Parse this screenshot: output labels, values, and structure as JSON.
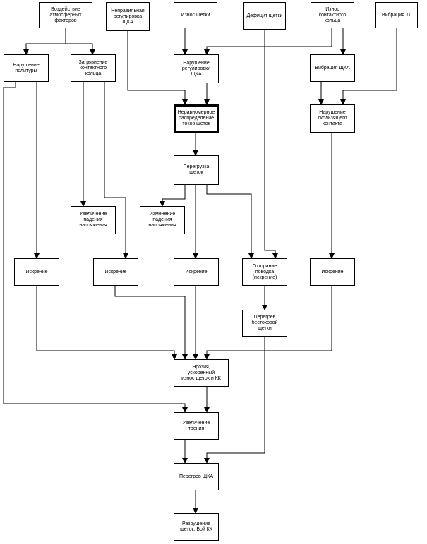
{
  "nodes": {
    "atm": {
      "label": "Воздействие\nатмосферных\nфакторов"
    },
    "reg_wrong": {
      "label": "Неправильная\nрегулировка ЩКА"
    },
    "wear_brush": {
      "label": "Износ щетки"
    },
    "deficit": {
      "label": "Дефицит щетки"
    },
    "wear_ring": {
      "label": "Износ\nконтактного\nкольца"
    },
    "vib_tg": {
      "label": "Вибрация ТГ"
    },
    "polar": {
      "label": "Нарушение\nполитуры"
    },
    "dirty": {
      "label": "Загрязнение\nконтактного\nкольца"
    },
    "reg_break": {
      "label": "Нарушение\nрегулировки ЩКА"
    },
    "vib_shka": {
      "label": "Вибрация ЩКА"
    },
    "uneven": {
      "label": "Неравномерное\nраспределение\nтоков щеток"
    },
    "slide": {
      "label": "Нарушение\nскользящего\nконтакта"
    },
    "overload": {
      "label": "Перегрузка\nщеток"
    },
    "vd_inc": {
      "label": "Увеличение\nпадения\nнапряжения"
    },
    "vd_chg": {
      "label": "Изменение\nпадения\nнапряжения"
    },
    "spark1": {
      "label": "Искрение"
    },
    "spark2": {
      "label": "Искрение"
    },
    "spark3": {
      "label": "Искрение"
    },
    "lead_burn": {
      "label": "Отгорание\nповодка\n(искрение)"
    },
    "spark5": {
      "label": "Искрение"
    },
    "overheat_b": {
      "label": "Перегрев\nбестоковой\nщетки"
    },
    "erosion": {
      "label": "Эрозия,\nускоренный\nизнос щеток и КК"
    },
    "friction": {
      "label": "Увеличение\nтрения"
    },
    "overheat": {
      "label": "Перегрев ЩКА"
    },
    "destruct": {
      "label": "Разрушение\nщеток, Бой КК"
    }
  }
}
